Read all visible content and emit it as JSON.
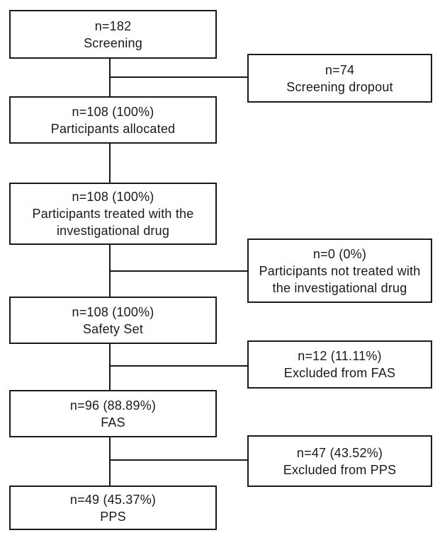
{
  "diagram": {
    "type": "participant-flow-diagram",
    "colors": {
      "line": "#1a1a1a",
      "text": "#1a1a1a",
      "background": "#ffffff"
    },
    "main_boxes": [
      {
        "count": "n=182",
        "label": "Screening"
      },
      {
        "count": "n=108 (100%)",
        "label": "Participants allocated"
      },
      {
        "count": "n=108 (100%)",
        "label": "Participants treated with the investigational drug"
      },
      {
        "count": "n=108 (100%)",
        "label": "Safety Set"
      },
      {
        "count": "n=96 (88.89%)",
        "label": "FAS"
      },
      {
        "count": "n=49 (45.37%)",
        "label": "PPS"
      }
    ],
    "side_boxes": [
      {
        "count": "n=74",
        "label": "Screening dropout"
      },
      {
        "count": "n=0 (0%)",
        "label": "Participants not treated with the investigational drug"
      },
      {
        "count": "n=12 (11.11%)",
        "label": "Excluded from FAS"
      },
      {
        "count": "n=47 (43.52%)",
        "label": "Excluded from PPS"
      }
    ]
  }
}
